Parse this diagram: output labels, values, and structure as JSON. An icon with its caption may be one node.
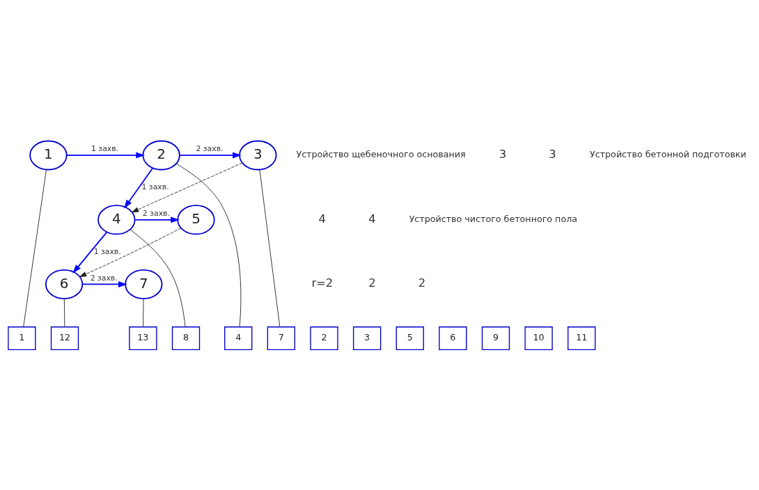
{
  "diagram": {
    "nodes": [
      {
        "text": [
          "1"
        ]
      },
      {
        "text": [
          "2"
        ]
      },
      {
        "text": [
          "3"
        ]
      },
      {
        "text": [
          "4"
        ]
      },
      {
        "text": [
          "5"
        ]
      },
      {
        "text": [
          "6"
        ]
      },
      {
        "text": [
          "7"
        ]
      },
      {
        "text": [
          "1"
        ]
      },
      {
        "text": [
          "2"
        ]
      },
      {
        "text": [
          "3"
        ]
      },
      {
        "text": [
          "4"
        ]
      },
      {
        "text": [
          "5"
        ]
      },
      {
        "text": [
          "6"
        ]
      },
      {
        "text": [
          "7"
        ]
      },
      {
        "text": [
          "8"
        ]
      },
      {
        "text": [
          "9"
        ]
      },
      {
        "text": [
          "10"
        ]
      },
      {
        "text": [
          "11"
        ]
      },
      {
        "text": [
          "12"
        ]
      },
      {
        "text": [
          "13"
        ]
      }
    ],
    "edges": [
      {
        "from": 0,
        "to": 1,
        "arrow": "to",
        "label": "1 захв.",
        "color": "#0000ff"
      },
      {
        "from": 1,
        "to": 2,
        "arrow": "to",
        "label": "2 захв.",
        "color": "#0000ff"
      },
      {
        "from": 2,
        "to": 3,
        "arrow": "to",
        "style": "dashed"
      },
      {
        "from": 1,
        "to": 3,
        "arrow": "to",
        "label": "1 захв.",
        "color": "#0000ff"
      },
      {
        "from": 3,
        "to": 4,
        "arrow": "to",
        "label": "2 захв.",
        "color": "#0000ff"
      },
      {
        "from": 4,
        "to": 5,
        "arrow": "to",
        "style": "dashed"
      },
      {
        "from": 3,
        "to": 5,
        "arrow": "to",
        "label": "1 захв.",
        "color": "#0000ff"
      },
      {
        "from": 5,
        "to": 6,
        "arrow": "to",
        "label": "2 захв.",
        "color": "#0000ff"
      },
      {
        "from": 0,
        "to": 7,
        "arrow": "none"
      },
      {
        "from": 1,
        "to": 10,
        "arrow": "none"
      },
      {
        "from": 2,
        "to": 13,
        "arrow": "none"
      },
      {
        "from": 3,
        "to": 14,
        "arrow": "none"
      },
      {
        "from": 5,
        "to": 18,
        "arrow": "none"
      },
      {
        "from": 6,
        "to": 19,
        "arrow": "none"
      }
    ],
    "labels": [
      "Устройство щебеночного основания",
      "3",
      "3",
      "Устройство бетонной подготовки",
      "4",
      "4",
      "Устройство чистого бетонного пола",
      "r=2",
      "2",
      "2"
    ]
  }
}
